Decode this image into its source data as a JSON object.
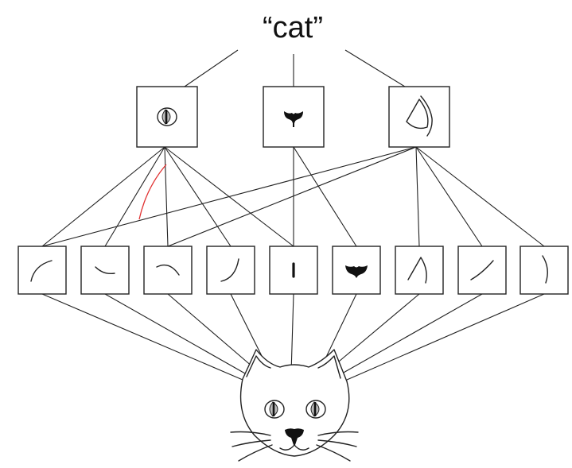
{
  "title": "“cat”",
  "colors": {
    "ink": "#222222",
    "highlight": "#e03030",
    "background": "#ffffff"
  },
  "top_features": [
    {
      "name": "eye",
      "icon": "eye-icon"
    },
    {
      "name": "nose",
      "icon": "nose-icon"
    },
    {
      "name": "ear",
      "icon": "ear-icon"
    }
  ],
  "low_features": [
    {
      "name": "curve-upper-left",
      "icon": "curve-icon"
    },
    {
      "name": "short-dash",
      "icon": "dash-icon"
    },
    {
      "name": "arc-down",
      "icon": "arc-icon"
    },
    {
      "name": "curve-rising",
      "icon": "curve-icon"
    },
    {
      "name": "vertical-bar",
      "icon": "bar-icon"
    },
    {
      "name": "nose-blob",
      "icon": "nose-icon"
    },
    {
      "name": "ear-tip",
      "icon": "ear-tip-icon"
    },
    {
      "name": "diagonal-line",
      "icon": "line-icon"
    },
    {
      "name": "vertical-curve",
      "icon": "curve-icon"
    }
  ],
  "connections": {
    "top_to_low": {
      "eye": [
        0,
        1,
        2,
        3,
        4
      ],
      "nose": [
        4,
        5
      ],
      "ear": [
        0,
        2,
        6,
        7,
        8
      ]
    },
    "highlighted": {
      "from": "eye",
      "to": 1
    }
  },
  "input_image": {
    "icon": "cat-face-icon"
  }
}
